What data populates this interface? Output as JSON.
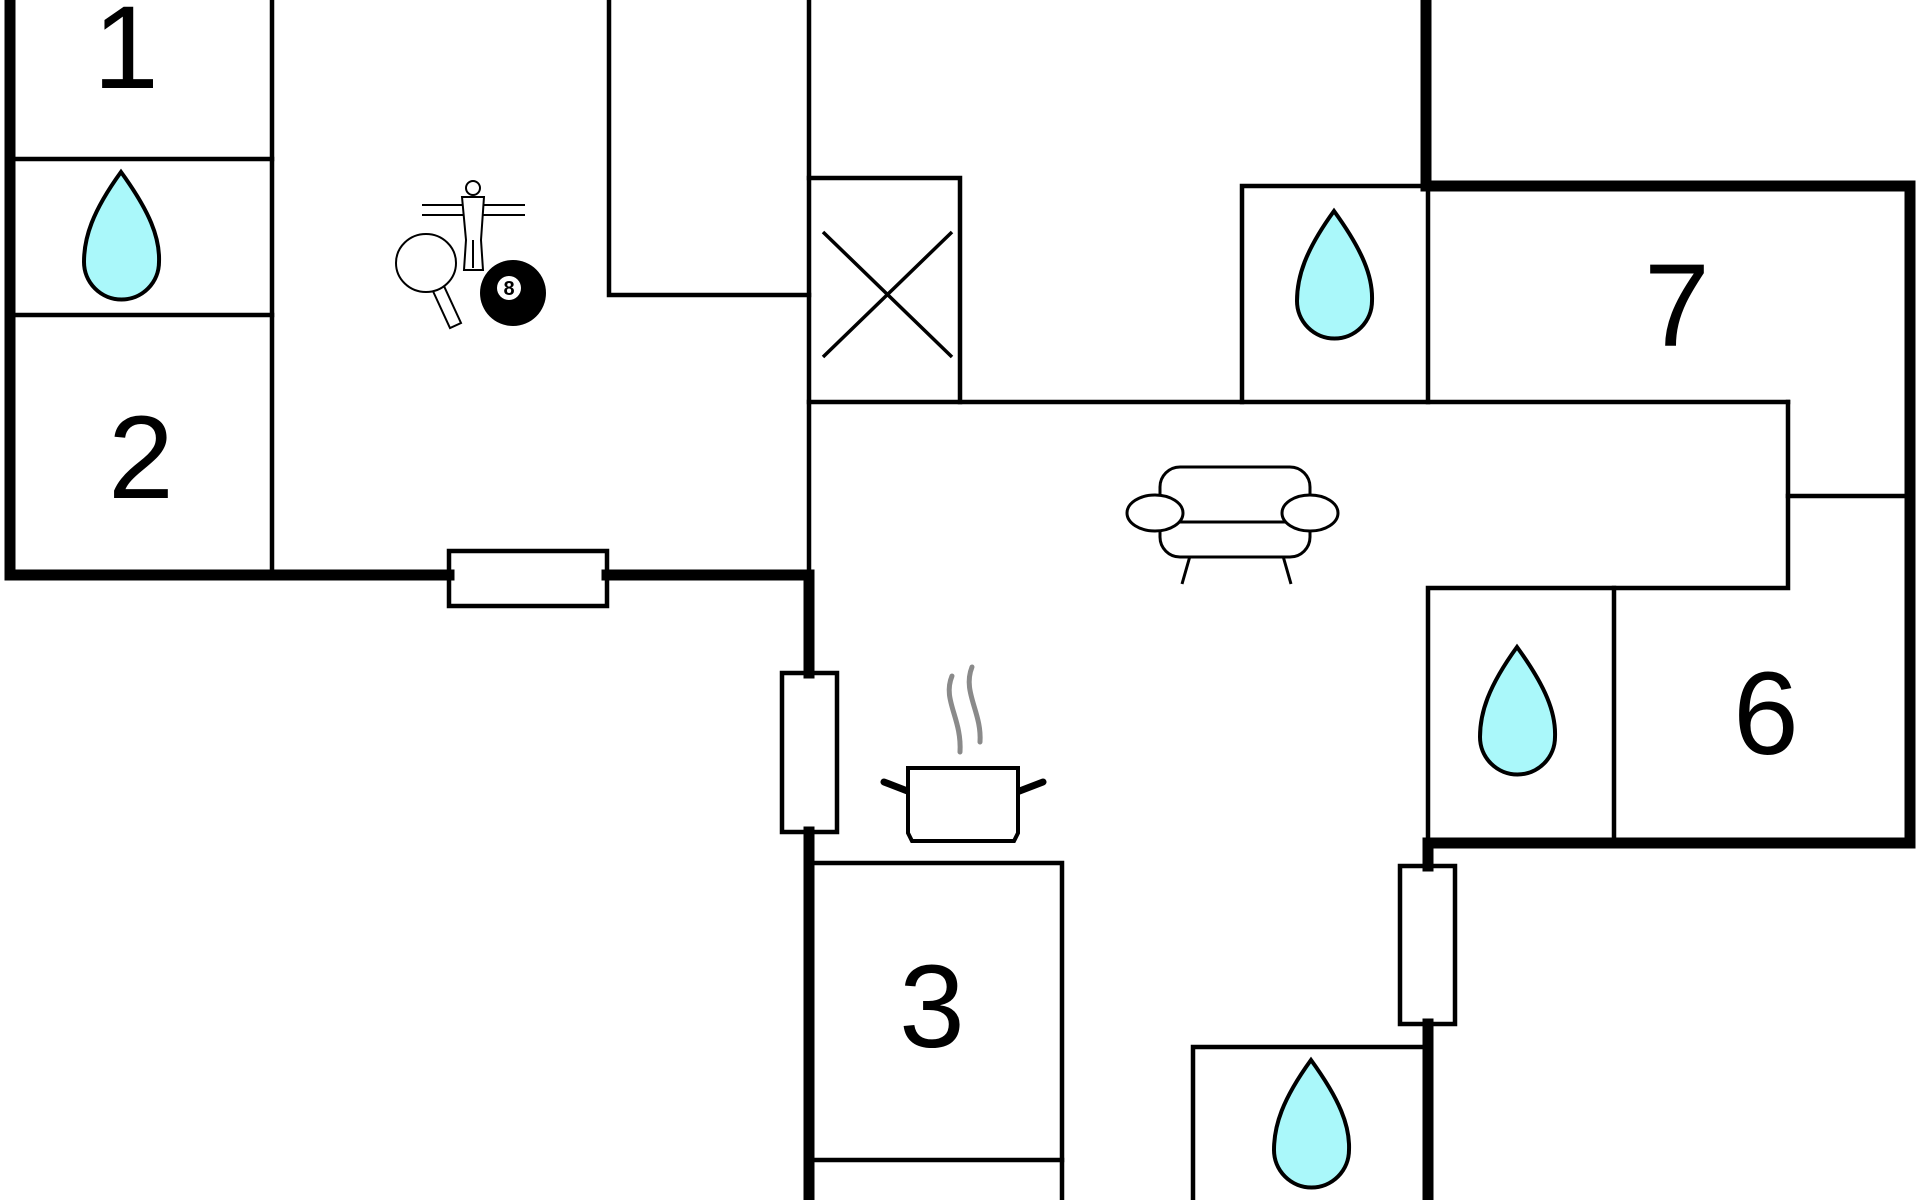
{
  "floorplan": {
    "colors": {
      "wall": "#000000",
      "background": "#ffffff",
      "water": "#aaf8fa",
      "steam": "#8a8a8a"
    },
    "rooms": [
      {
        "id": "room-1",
        "label": "1"
      },
      {
        "id": "room-2",
        "label": "2"
      },
      {
        "id": "room-3",
        "label": "3"
      },
      {
        "id": "room-6",
        "label": "6"
      },
      {
        "id": "room-7",
        "label": "7"
      }
    ],
    "icons": [
      {
        "id": "bathroom-1",
        "type": "water-drop-icon"
      },
      {
        "id": "bathroom-2",
        "type": "water-drop-icon"
      },
      {
        "id": "bathroom-3",
        "type": "water-drop-icon"
      },
      {
        "id": "bathroom-4",
        "type": "water-drop-icon"
      },
      {
        "id": "games-room",
        "type": "foosball-pingpong-billiards-icon"
      },
      {
        "id": "living-room",
        "type": "sofa-icon"
      },
      {
        "id": "kitchen",
        "type": "cooking-pot-icon"
      },
      {
        "id": "storage",
        "type": "cross-icon"
      }
    ],
    "billiard_ball_number": "8"
  }
}
